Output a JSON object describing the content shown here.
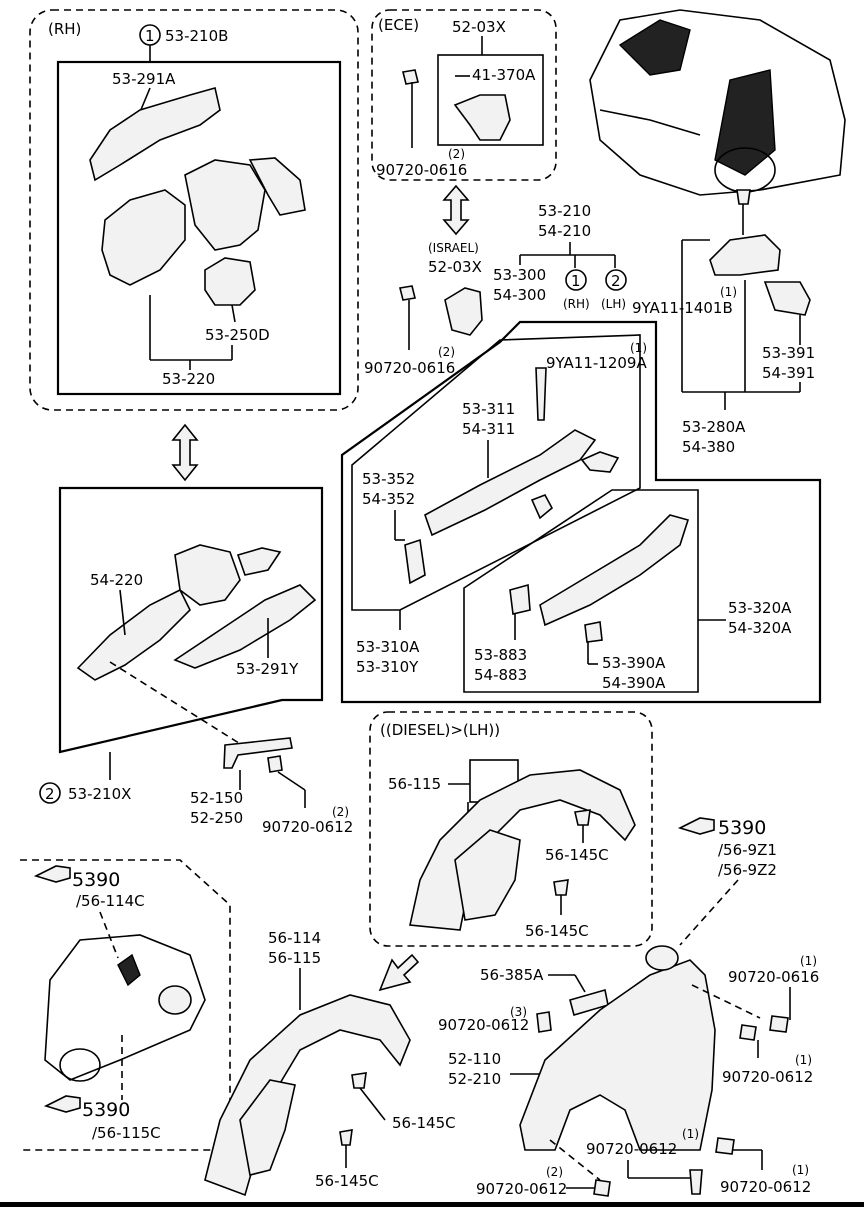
{
  "groups": {
    "rh": "(RH)",
    "ece": "(ECE)",
    "israel": "(ISRAEL)",
    "diesel": "((DIESEL)>(LH))",
    "rh_short": "(RH)",
    "lh_short": "(LH)"
  },
  "callouts": {
    "c1": "1",
    "c2": "2"
  },
  "parts": {
    "p53_210B": "53-210B",
    "p53_291A": "53-291A",
    "p53_250D": "53-250D",
    "p53_220": "53-220",
    "p52_03X_ece": "52-03X",
    "p41_370A": "41-370A",
    "p90720_0616_a": "90720-0616",
    "q2_a": "(2)",
    "p52_03X_isr": "52-03X",
    "p90720_0616_b": "90720-0616",
    "q2_b": "(2)",
    "p53_210": "53-210",
    "p54_210": "54-210",
    "p53_300": "53-300",
    "p54_300": "54-300",
    "q1_a": "(1)",
    "p9YA11_1401B": "9YA11-1401B",
    "q1_b": "(1)",
    "p9YA11_1209A": "9YA11-1209A",
    "p53_391": "53-391",
    "p54_391": "54-391",
    "p53_280A": "53-280A",
    "p54_380": "54-380",
    "p53_311": "53-311",
    "p54_311": "54-311",
    "p53_352": "53-352",
    "p54_352": "54-352",
    "p53_320A": "53-320A",
    "p54_320A": "54-320A",
    "p53_310A": "53-310A",
    "p53_310Y": "53-310Y",
    "p53_883": "53-883",
    "p54_883": "54-883",
    "p53_390A": "53-390A",
    "p54_390A": "54-390A",
    "p54_220": "54-220",
    "p53_291Y": "53-291Y",
    "p53_210X": "53-210X",
    "p52_150": "52-150",
    "p52_250": "52-250",
    "p90720_0612_a": "90720-0612",
    "q2_c": "(2)",
    "p56_115_d": "56-115",
    "p56_145C_a": "56-145C",
    "p56_145C_b": "56-145C",
    "p5390_a": "5390",
    "p56_9Z1": "/56-9Z1",
    "p56_9Z2": "/56-9Z2",
    "p5390_b": "5390",
    "p56_114C": "/56-114C",
    "p5390_c": "5390",
    "p56_115C": "/56-115C",
    "p56_114": "56-114",
    "p56_115": "56-115",
    "p56_145C_c": "56-145C",
    "p56_145C_d": "56-145C",
    "p56_385A": "56-385A",
    "q3": "(3)",
    "p90720_0612_b": "90720-0612",
    "p52_110": "52-110",
    "p52_210": "52-210",
    "q1_c": "(1)",
    "p90720_0616_c": "90720-0616",
    "q1_d": "(1)",
    "p90720_0612_c": "90720-0612",
    "q1_e": "(1)",
    "p90720_0612_d": "90720-0612",
    "q2_d": "(2)",
    "p90720_0612_e": "90720-0612",
    "q1_f": "(1)",
    "p90720_0612_f": "90720-0612"
  },
  "icons": {
    "ref_pointer": "hand-pointer-icon",
    "exchange": "double-arrow-icon"
  },
  "colors": {
    "ink": "#000000",
    "paper": "#ffffff"
  }
}
